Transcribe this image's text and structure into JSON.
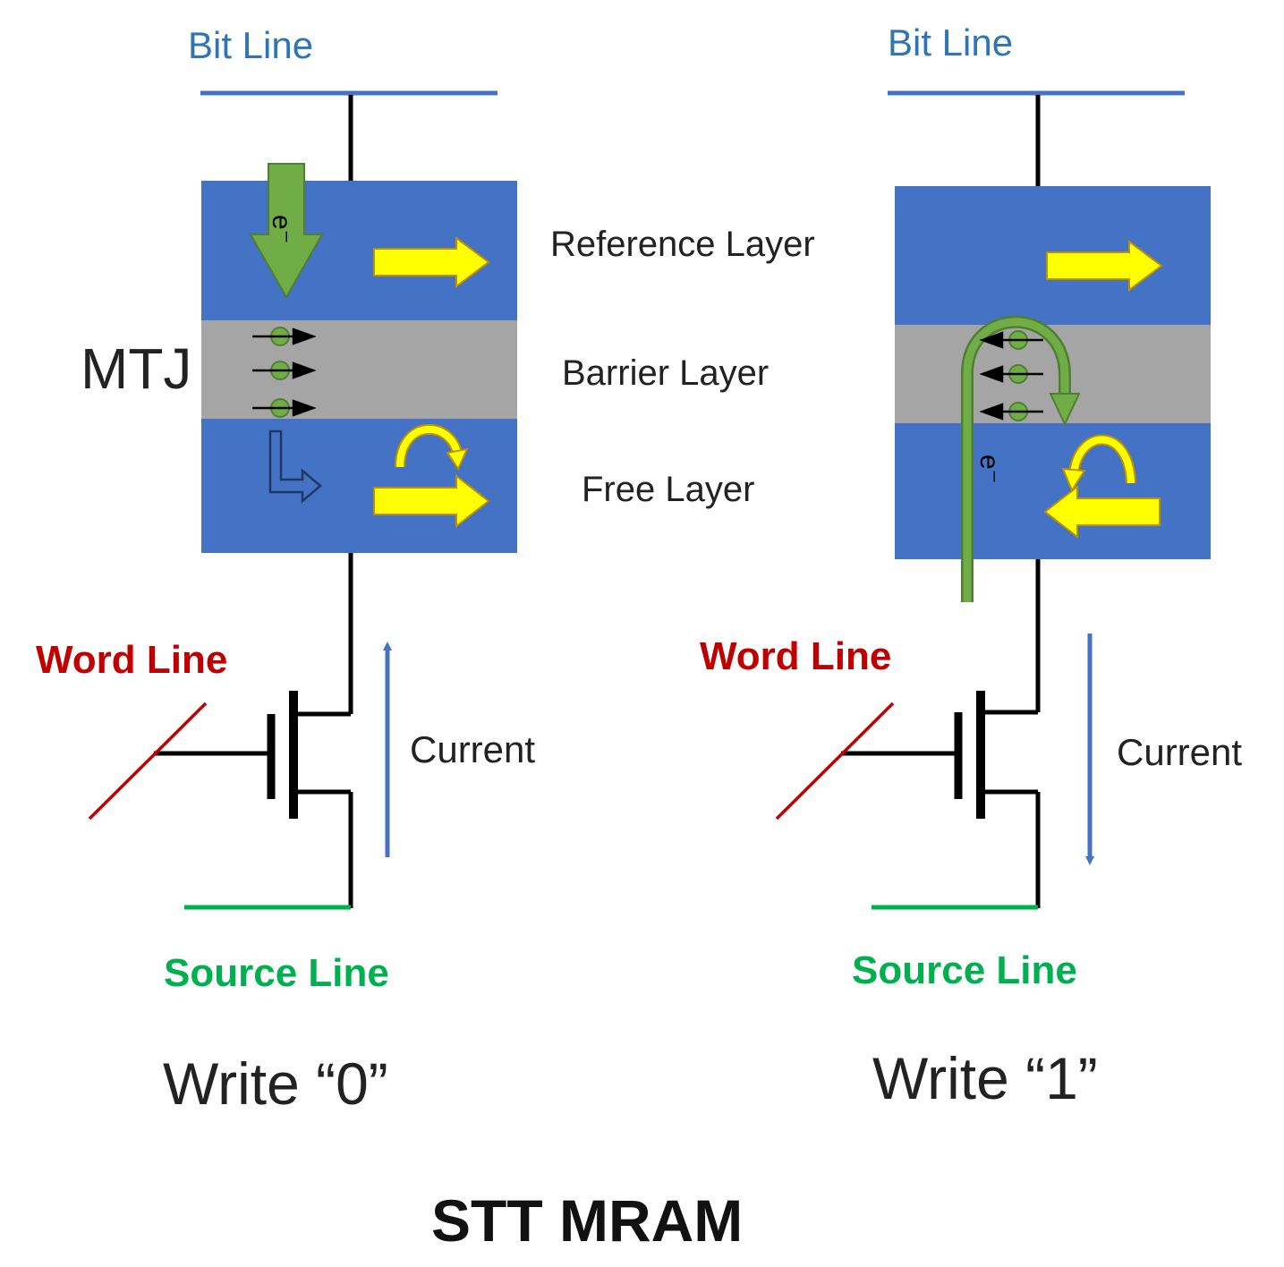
{
  "colors": {
    "bit_line": "#4472C4",
    "layer_blue": "#4472C4",
    "barrier_gray": "#A5A5A5",
    "word_line": "#C00000",
    "source_line": "#00B050",
    "electron_green": "#70AD47",
    "electron_green_dark": "#507E32",
    "spin_yellow": "#FFFF00",
    "spin_outline": "#BF9000",
    "wire": "#000000",
    "current_arrow": "#4472C4"
  },
  "labels": {
    "mtj": "MTJ",
    "reference_layer": "Reference Layer",
    "barrier_layer": "Barrier Layer",
    "free_layer": "Free Layer",
    "title": "STT MRAM"
  },
  "cells": [
    {
      "id": "write-0",
      "bit_line": "Bit Line",
      "word_line": "Word Line",
      "source_line": "Source Line",
      "current": "Current",
      "caption": "Write “0”",
      "electron": "e⁻",
      "current_direction": "up",
      "free_layer_spin": "right"
    },
    {
      "id": "write-1",
      "bit_line": "Bit Line",
      "word_line": "Word Line",
      "source_line": "Source Line",
      "current": "Current",
      "caption": "Write “1”",
      "electron": "e⁻",
      "current_direction": "down",
      "free_layer_spin": "left"
    }
  ]
}
